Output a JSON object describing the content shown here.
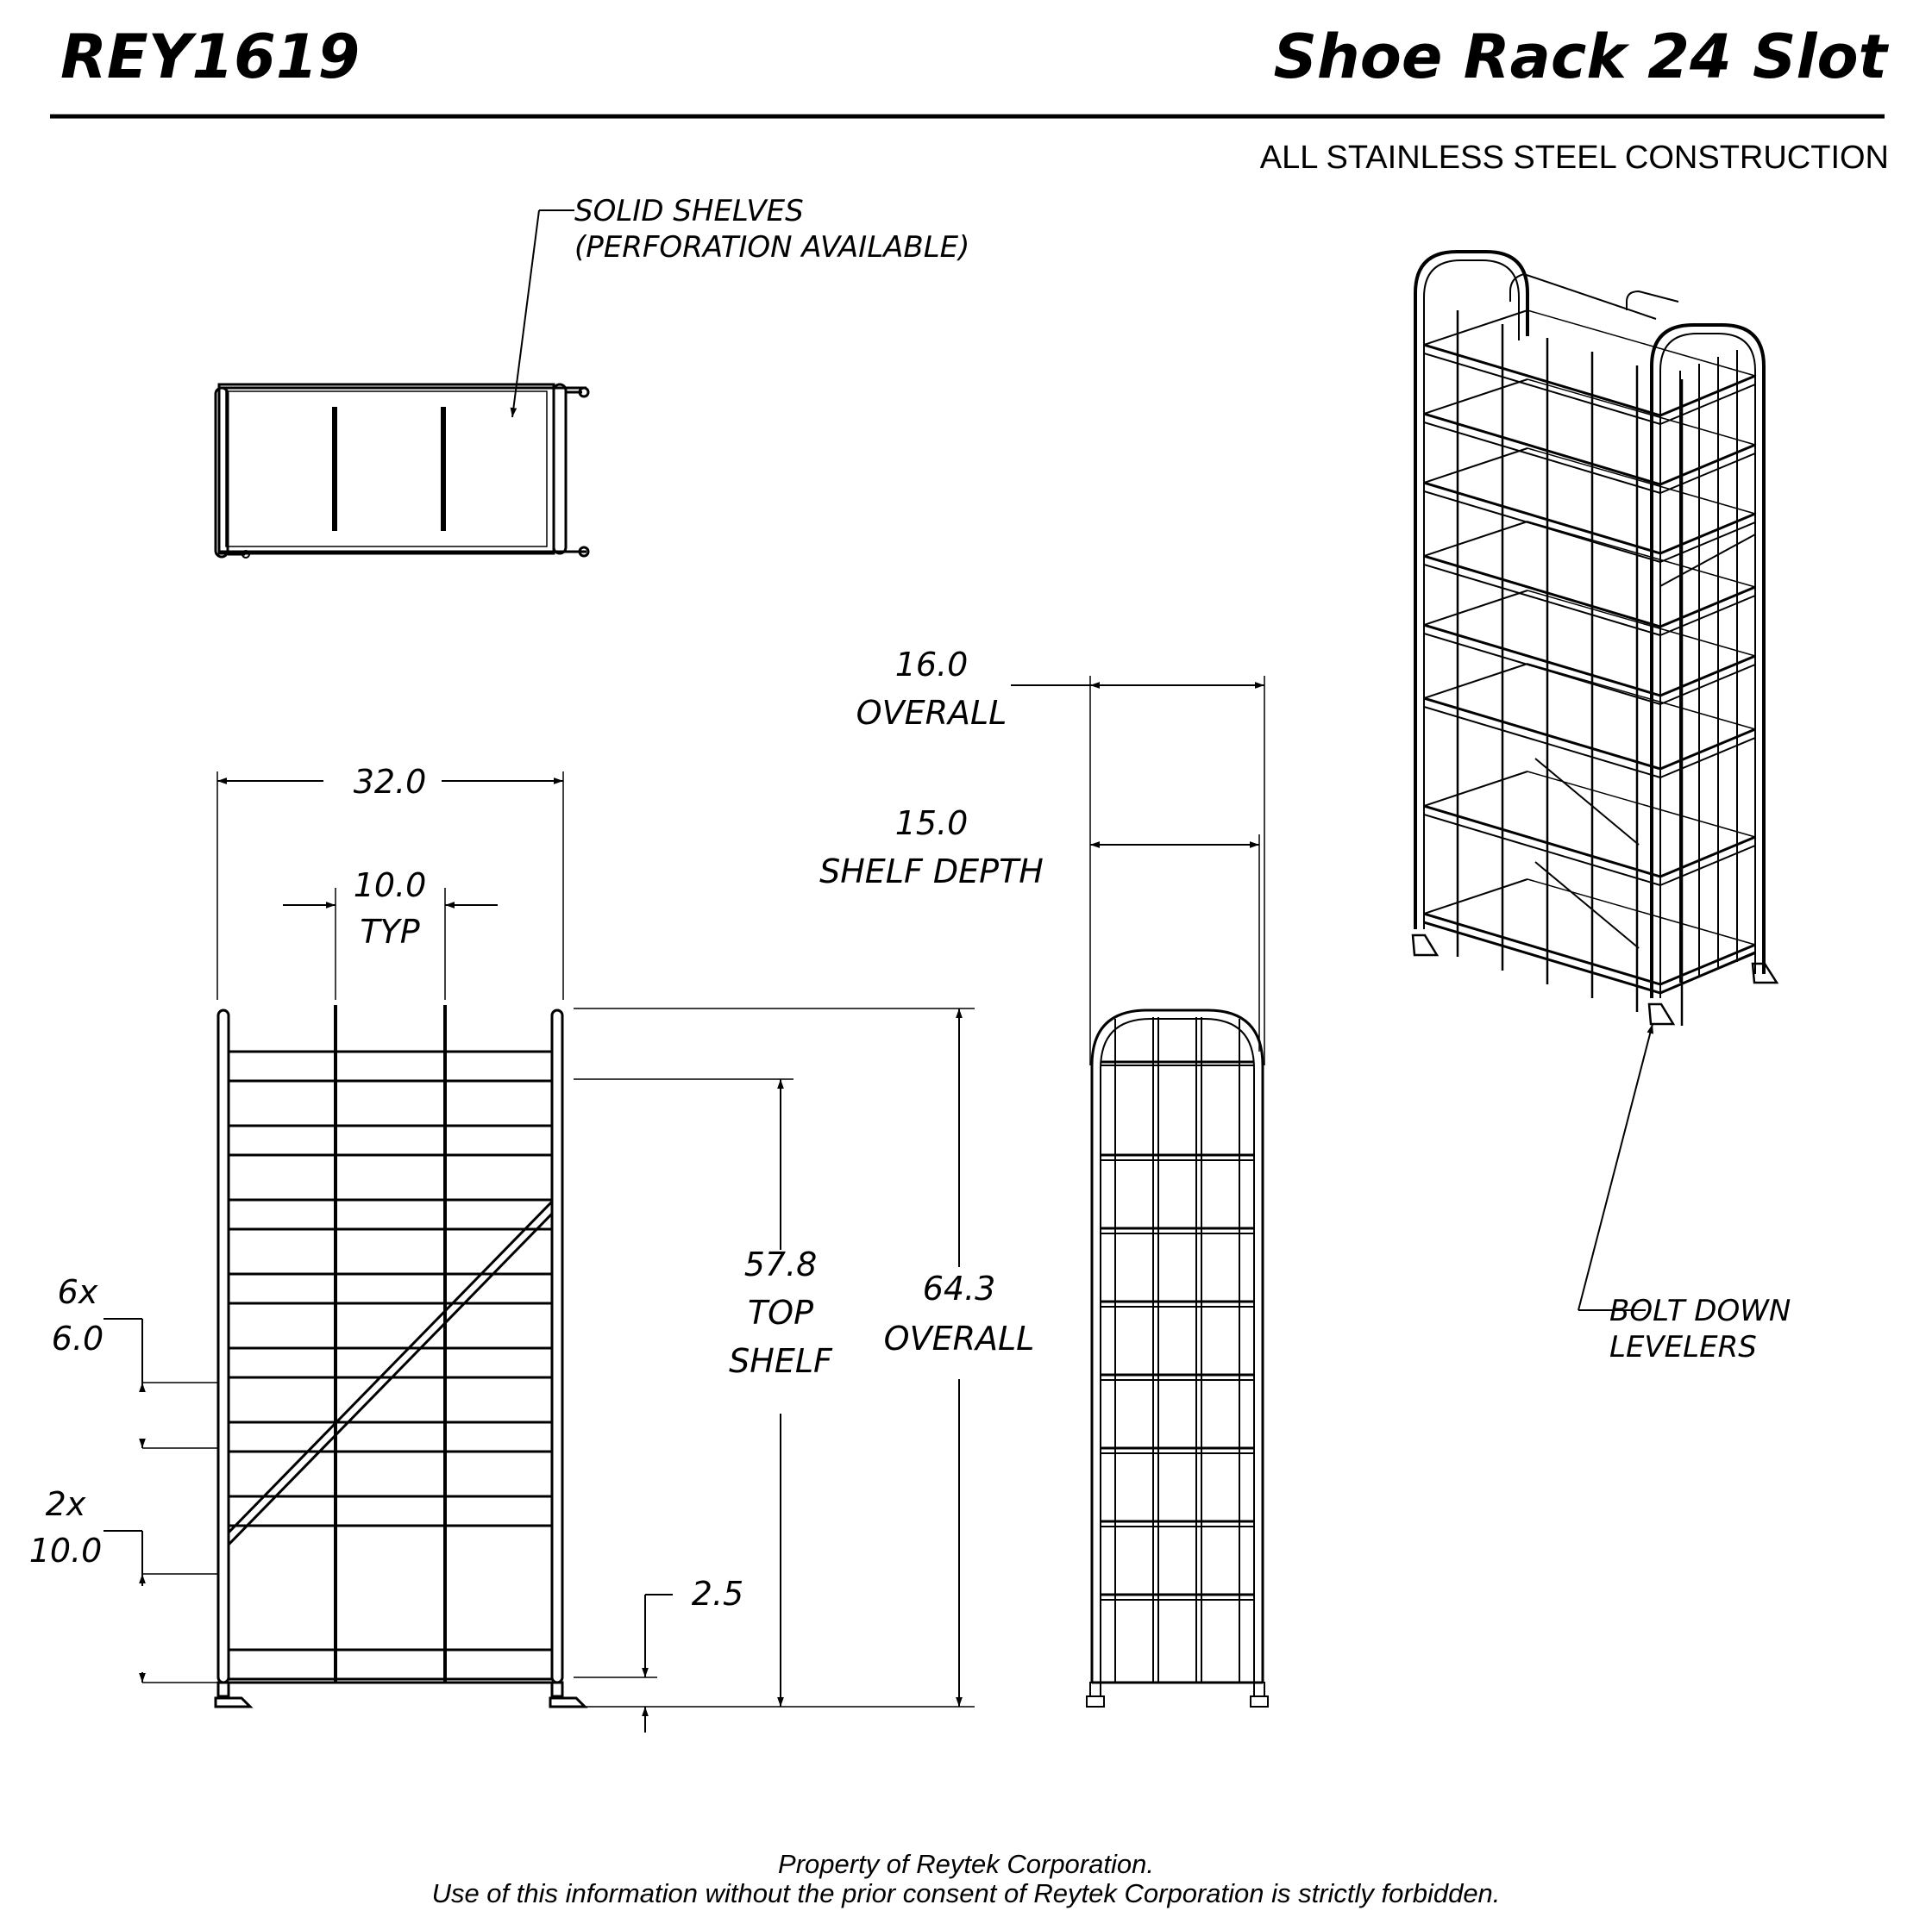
{
  "header": {
    "model": "REY1619",
    "product": "Shoe Rack 24 Slot",
    "construction": "ALL STAINLESS STEEL CONSTRUCTION"
  },
  "notes": {
    "shelves_line1": "SOLID SHELVES",
    "shelves_line2": "(PERFORATION AVAILABLE)",
    "levelers_line1": "BOLT DOWN",
    "levelers_line2": "LEVELERS"
  },
  "dimensions": {
    "width": "32.0",
    "divider": "10.0",
    "divider_note": "TYP",
    "overall_depth": "16.0",
    "overall_depth_note": "OVERALL",
    "shelf_depth": "15.0",
    "shelf_depth_note": "SHELF DEPTH",
    "top_shelf": "57.8",
    "top_shelf_note1": "TOP",
    "top_shelf_note2": "SHELF",
    "overall_height": "64.3",
    "overall_height_note": "OVERALL",
    "spacing_small_count": "6x",
    "spacing_small": "6.0",
    "spacing_large_count": "2x",
    "spacing_large": "10.0",
    "base_clearance": "2.5"
  },
  "footer": {
    "line1": "Property of Reytek Corporation.",
    "line2": "Use of this information without the prior consent of Reytek Corporation is strictly forbidden."
  }
}
